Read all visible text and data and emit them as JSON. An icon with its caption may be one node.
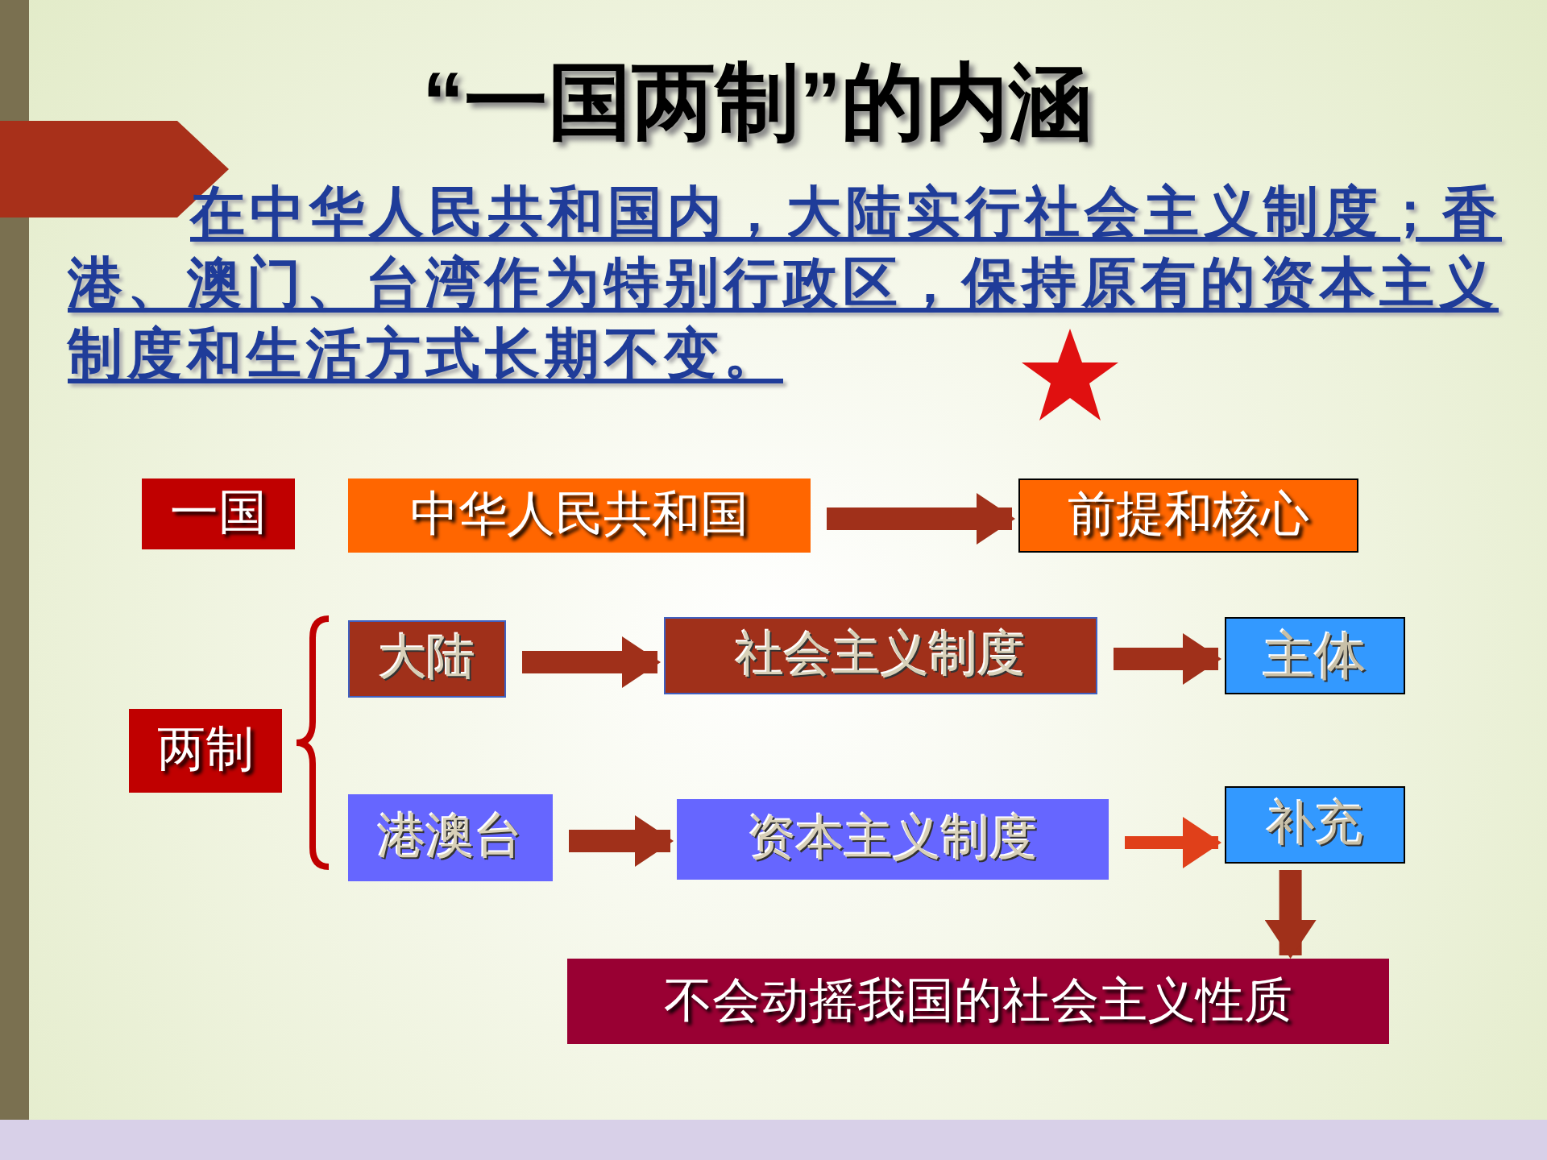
{
  "diagram": {
    "title": "“一国两制”的内涵",
    "nodes": [
      {
        "text": [
          "一国"
        ]
      },
      {
        "text": [
          "中华人民共和国"
        ]
      },
      {
        "text": [
          "前提和核心"
        ]
      },
      {
        "text": [
          "两制"
        ]
      },
      {
        "text": [
          "大陆"
        ]
      },
      {
        "text": [
          "社会主义制度"
        ]
      },
      {
        "text": [
          "主体"
        ]
      },
      {
        "text": [
          "港澳台"
        ]
      },
      {
        "text": [
          "资本主义制度"
        ]
      },
      {
        "text": [
          "补充"
        ]
      },
      {
        "text": [
          "不会动摇我国的社会主义性质"
        ]
      }
    ],
    "edges": [
      {
        "from": 1,
        "to": 2,
        "arrow": "to"
      },
      {
        "from": 4,
        "to": 5,
        "arrow": "to"
      },
      {
        "from": 5,
        "to": 6,
        "arrow": "to"
      },
      {
        "from": 7,
        "to": 8,
        "arrow": "to"
      },
      {
        "from": 8,
        "to": 9,
        "arrow": "to",
        "color": "#e0401a"
      },
      {
        "from": 9,
        "to": 10,
        "arrow": "to"
      }
    ],
    "labels": [
      "在中华人民共和国内，大陆实行社会主义制度；香港、澳门、台湾作为特别行政区，保持原有的资本主义制度和生活方式长期不变。"
    ]
  }
}
